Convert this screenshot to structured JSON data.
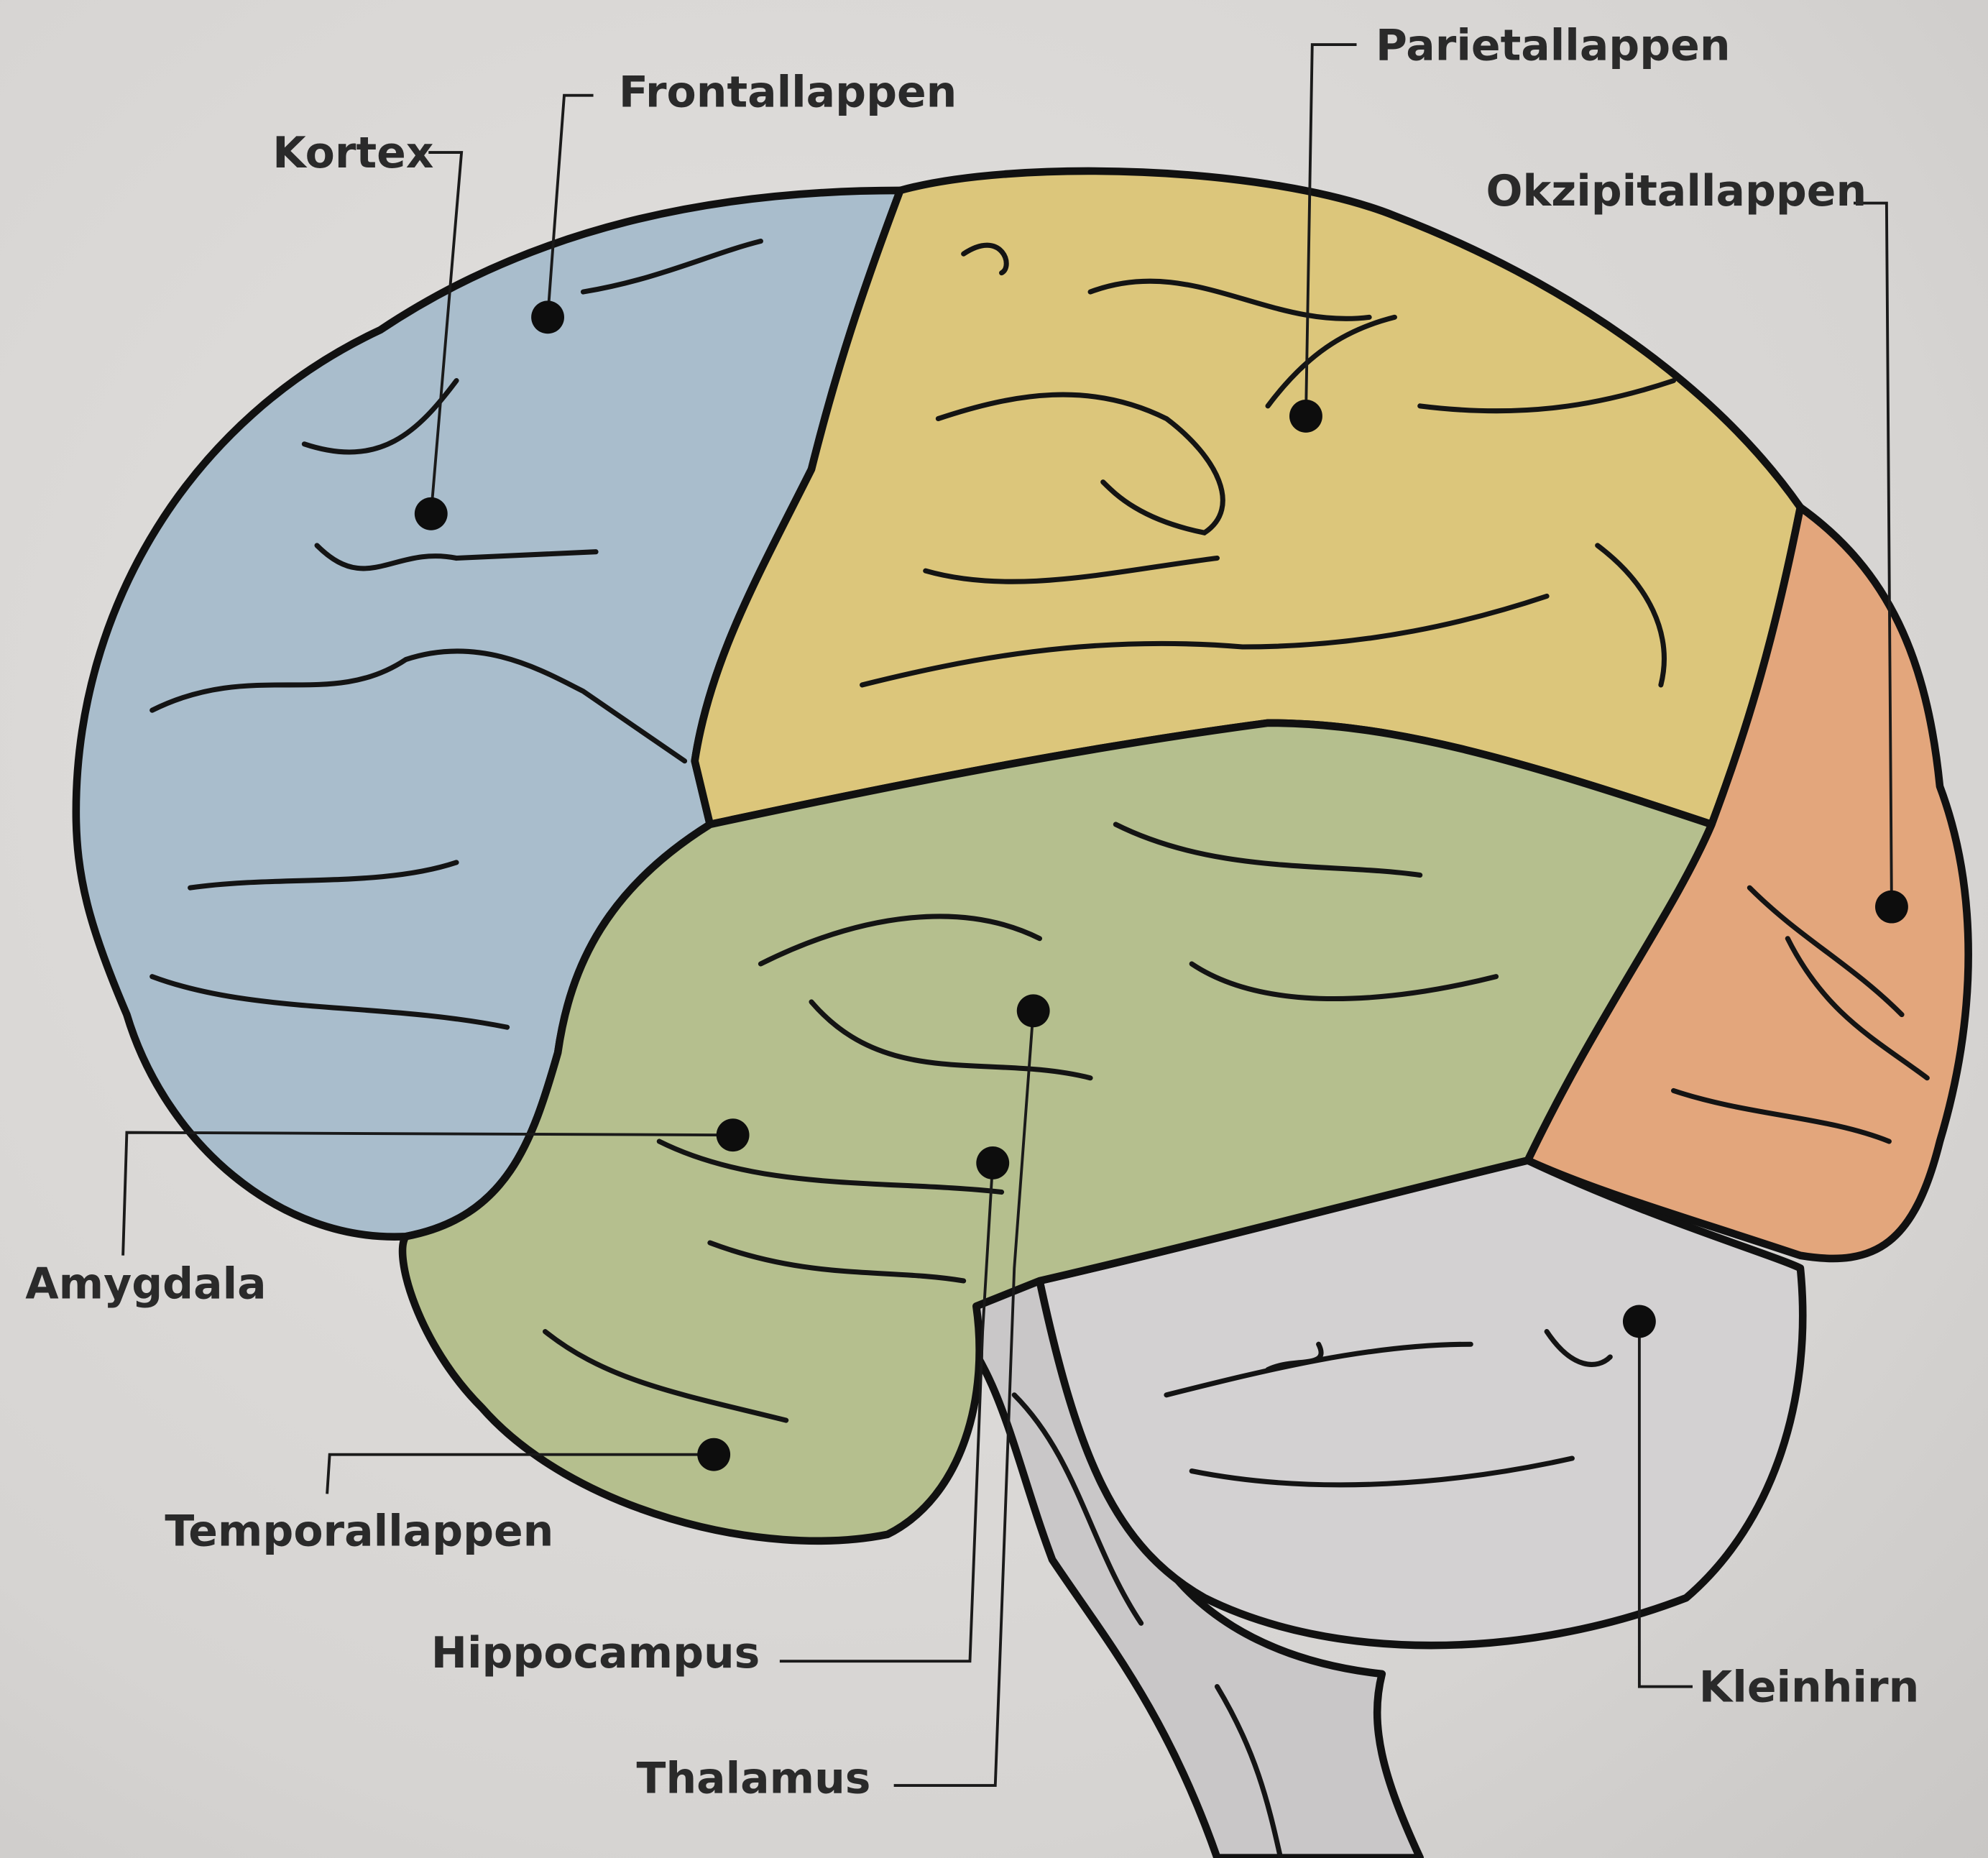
{
  "diagram": {
    "colors": {
      "frontal": "#a9bdcc",
      "parietal": "#dcc67b",
      "temporal": "#b5bf8e",
      "occipital": "#e3a67c",
      "cerebellum": "#d3d1d2",
      "brainstem": "#c9c7c8",
      "outline": "#111111"
    },
    "labels": {
      "frontallappen": "Frontallappen",
      "kortex": "Kortex",
      "parietallappen": "Parietallappen",
      "okzipitallappen": "Okzipitallappen",
      "amygdala": "Amygdala",
      "temporallappen": "Temporallappen",
      "hippocampus": "Hippocampus",
      "thalamus": "Thalamus",
      "kleinhirn": "Kleinhirn"
    }
  }
}
